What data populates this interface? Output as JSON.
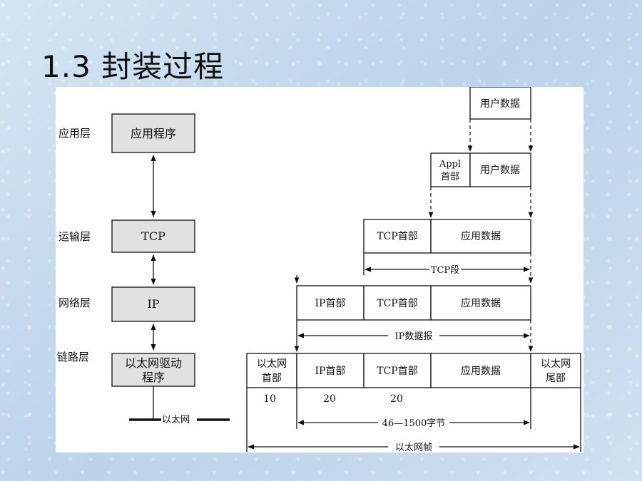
{
  "title": "1.3 封装过程",
  "layers": {
    "app": {
      "label": "应用层",
      "box": "应用程序"
    },
    "transport": {
      "label": "运输层",
      "box": "TCP"
    },
    "network": {
      "label": "网络层",
      "box": "IP"
    },
    "link": {
      "label": "链路层",
      "box_line1": "以太网驱动",
      "box_line2": "程序"
    }
  },
  "ethernet_medium": "以太网",
  "packets": {
    "user_data": "用户数据",
    "appl_header_line1": "Appl",
    "appl_header_line2": "首部",
    "tcp_header": "TCP首部",
    "app_data": "应用数据",
    "ip_header": "IP首部",
    "eth_header_line1": "以太网",
    "eth_header_line2": "首部",
    "eth_trailer_line1": "以太网",
    "eth_trailer_line2": "尾部"
  },
  "sizes": {
    "eth_header": "10",
    "ip_header": "20",
    "tcp_header": "20"
  },
  "spans": {
    "tcp_segment": "TCP段",
    "ip_datagram": "IP数据报",
    "payload_range": "46—1500字节",
    "ethernet_frame": "以太网帧"
  },
  "colors": {
    "layer_box_fill": "#e1e1e1",
    "background": "#c9dcef"
  }
}
